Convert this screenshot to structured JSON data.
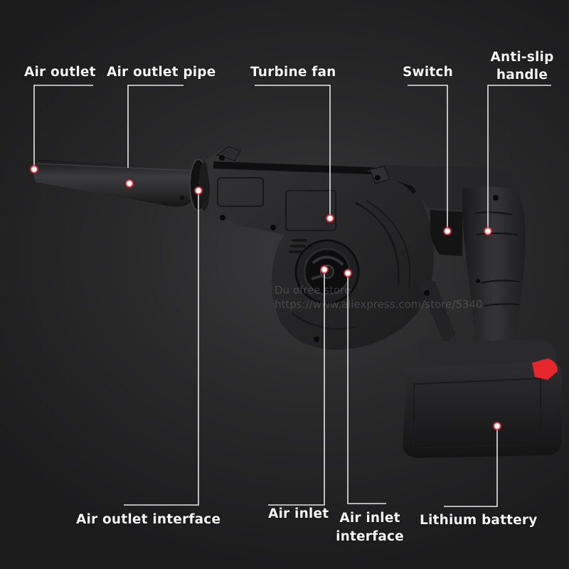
{
  "labels": {
    "air_outlet": "Air outlet",
    "air_outlet_pipe": "Air outlet pipe",
    "turbine_fan": "Turbine fan",
    "switch": "Switch",
    "anti_slip_handle_line1": "Anti-slip",
    "anti_slip_handle_line2": "handle",
    "air_outlet_interface": "Air outlet interface",
    "air_inlet": "Air inlet",
    "air_inlet_interface_line1": "Air inlet",
    "air_inlet_interface_line2": "interface",
    "lithium_battery": "Lithium battery"
  },
  "watermark": {
    "line1": "Du  ofree  store",
    "line2": "https://www.aliexpress.com/store/5340"
  },
  "colors": {
    "background": "#2a2a2b",
    "label_text": "#f4f4f4",
    "leader_line": "#e6e6e6",
    "marker_dot": "#ffffff",
    "marker_glow": "#e0283a",
    "battery_release_button": "#e5262d"
  }
}
